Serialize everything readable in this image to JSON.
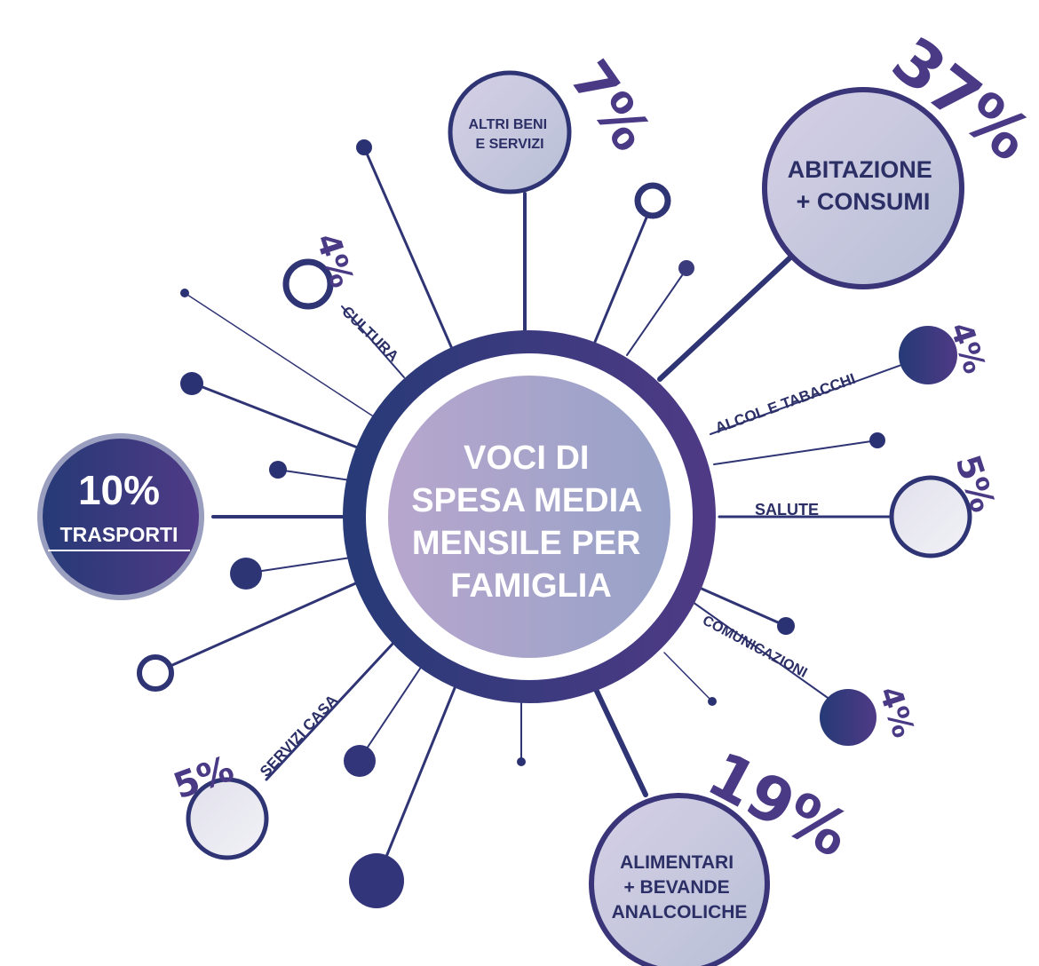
{
  "center": {
    "title_lines": [
      "VOCI DI",
      "SPESA MEDIA",
      "MENSILE PER",
      "FAMIGLIA"
    ]
  },
  "categories": {
    "abitazione": {
      "lines": [
        "ABITAZIONE",
        "+ CONSUMI"
      ],
      "percent": "37%"
    },
    "alimentari": {
      "lines": [
        "ALIMENTARI",
        "+ BEVANDE",
        "ANALCOLICHE"
      ],
      "percent": "19%"
    },
    "trasporti": {
      "label": "TRASPORTI",
      "percent": "10%"
    },
    "altri_beni": {
      "lines": [
        "ALTRI BENI",
        "E SERVIZI"
      ],
      "percent": "7%"
    },
    "servizi_casa": {
      "label": "SERVIZI CASA",
      "percent": "5%"
    },
    "salute": {
      "label": "SALUTE",
      "percent": "5%"
    },
    "cultura": {
      "label": "CULTURA",
      "percent": "4%"
    },
    "alcol_tabacchi": {
      "label": "ALCOL E TABACCHI",
      "percent": "4%"
    },
    "comunicazioni": {
      "label": "COMUNICAZIONI",
      "percent": "4%"
    }
  },
  "colors": {
    "navy": "#2b3273",
    "purple": "#4f3a86",
    "lavender": "#b9b3d3",
    "pale": "#e9e9f1"
  }
}
